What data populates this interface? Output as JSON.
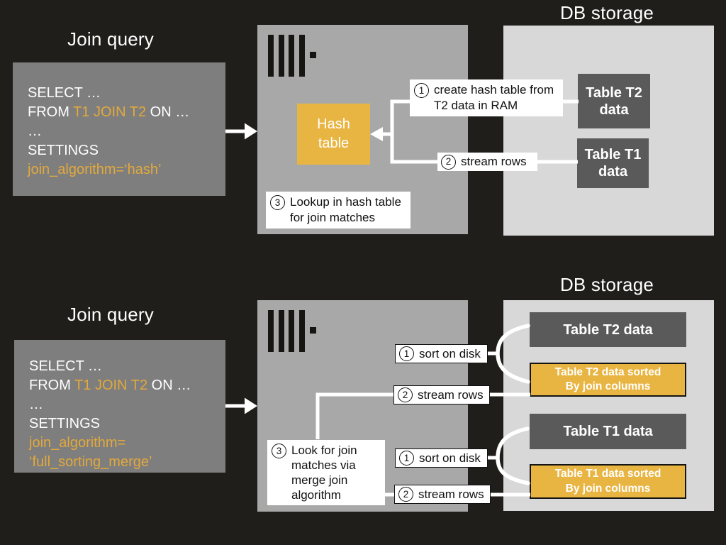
{
  "colors": {
    "background": "#201e1b",
    "query_panel_gray": "#7e7e7e",
    "server_gray": "#a8a8a8",
    "storage_gray": "#d8d8d8",
    "table_dark_gray": "#5a5a5a",
    "accent_yellow": "#e9b542",
    "code_yellow": "#e2a93c",
    "connector_white": "#ffffff"
  },
  "top": {
    "join_query_title": "Join query",
    "db_storage_title": "DB storage",
    "query": {
      "select": "SELECT …",
      "from": "FROM ",
      "from_tables": "T1 JOIN T2",
      "from_on": " ON …",
      "ellipsis": "…",
      "settings": "SETTINGS",
      "algorithm": "join_algorithm=‘hash’"
    },
    "server": {
      "hash_table_label": "Hash table"
    },
    "steps": {
      "create": {
        "num": "1",
        "lines": [
          "create hash table from",
          "T2 data in RAM"
        ]
      },
      "stream": {
        "num": "2",
        "text": "stream rows"
      },
      "lookup": {
        "num": "3",
        "lines": [
          "Lookup in hash table",
          "for join matches"
        ]
      }
    },
    "db": {
      "t2_label": "Table T2 data",
      "t1_label": "Table T1 data"
    }
  },
  "bottom": {
    "join_query_title": "Join query",
    "db_storage_title": "DB storage",
    "query": {
      "select": "SELECT …",
      "from": "FROM ",
      "from_tables": "T1 JOIN T2",
      "from_on": " ON …",
      "ellipsis": "…",
      "settings": "SETTINGS",
      "algorithm_line1": "join_algorithm=",
      "algorithm_line2": "‘full_sorting_merge’"
    },
    "steps": {
      "sort_t2": {
        "num": "1",
        "text": "sort on disk"
      },
      "stream_t2": {
        "num": "2",
        "text": "stream rows"
      },
      "sort_t1": {
        "num": "1",
        "text": "sort on disk"
      },
      "stream_t1": {
        "num": "2",
        "text": "stream rows"
      },
      "merge": {
        "num": "3",
        "lines": [
          "Look for join",
          "matches via",
          "merge join",
          "algorithm"
        ]
      }
    },
    "db": {
      "t2_label": "Table T2 data",
      "t2_sorted_line1": "Table T2 data sorted",
      "t2_sorted_line2": "By join columns",
      "t1_label": "Table T1 data",
      "t1_sorted_line1": "Table T1 data sorted",
      "t1_sorted_line2": "By join columns"
    }
  }
}
